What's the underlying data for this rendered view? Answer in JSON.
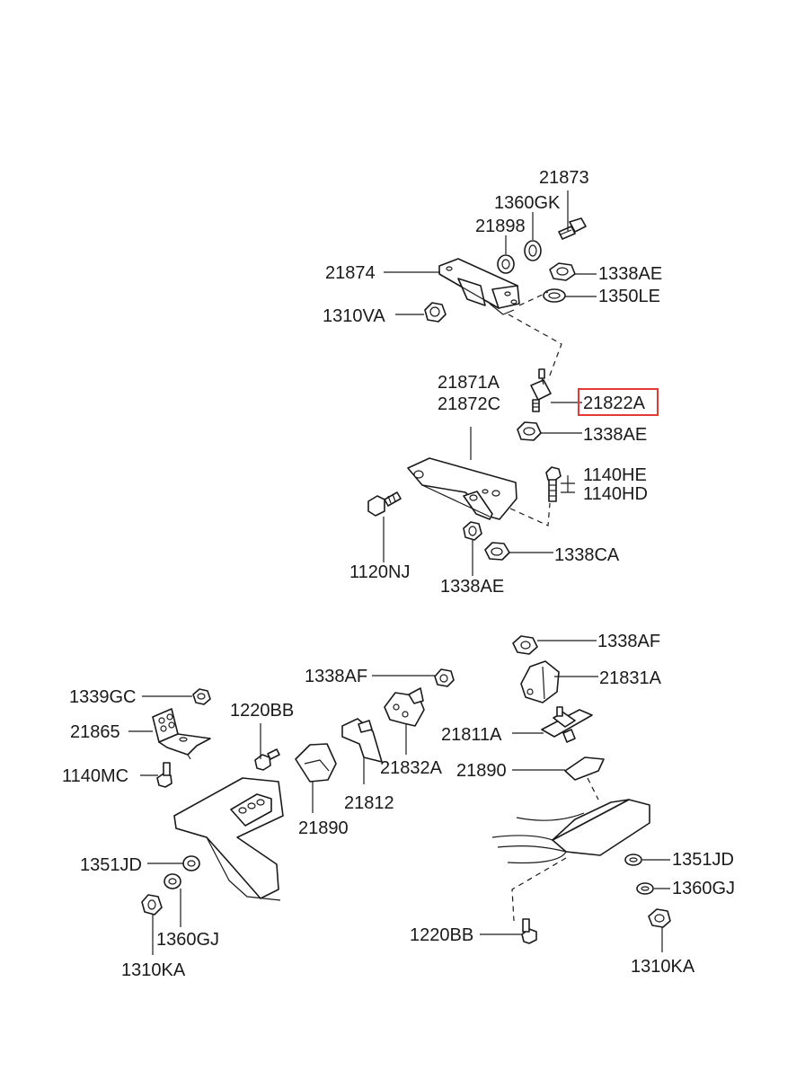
{
  "highlight_color": "#e53935",
  "labels": {
    "p21873": "21873",
    "p1360GK": "1360GK",
    "p21898": "21898",
    "p21874": "21874",
    "p1338AE_a": "1338AE",
    "p1350LE": "1350LE",
    "p1310VA": "1310VA",
    "p21871A": "21871A",
    "p21872C": "21872C",
    "p21822A": "21822A",
    "p1338AE_b": "1338AE",
    "p1140HE": "1140HE",
    "p1140HD": "1140HD",
    "p1120NJ": "1120NJ",
    "p1338CA": "1338CA",
    "p1338AE_c": "1338AE",
    "p1338AF_a": "1338AF",
    "p21831A": "21831A",
    "p1338AF_b": "1338AF",
    "p1339GC": "1339GC",
    "p1220BB_a": "1220BB",
    "p21865": "21865",
    "p21811A": "21811A",
    "p21832A": "21832A",
    "p1140MC": "1140MC",
    "p21890_a": "21890",
    "p21812": "21812",
    "p21890_b": "21890",
    "p1351JD_a": "1351JD",
    "p1351JD_b": "1351JD",
    "p1360GJ_b": "1360GJ",
    "p1360GJ_a": "1360GJ",
    "p1220BB_b": "1220BB",
    "p1310KA_a": "1310KA",
    "p1310KA_b": "1310KA"
  }
}
